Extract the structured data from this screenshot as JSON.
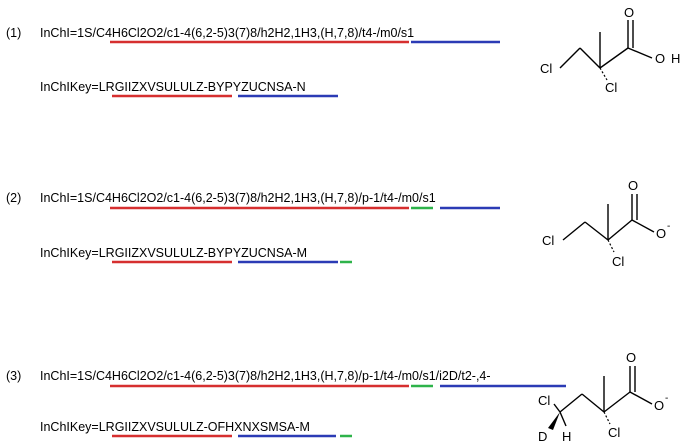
{
  "colors": {
    "red": "#d62f2f",
    "blue": "#2b3bb5",
    "green": "#2eb34a",
    "text": "#000000"
  },
  "entries": [
    {
      "index": "(1)",
      "inchi": "InChI=1S/C4H6Cl2O2/c1-4(6,2-5)3(7)8/h2H2,1H3,(H,7,8)/t4-/m0/s1",
      "key": "InChIKey=LRGIIZXVSULULZ-BYPYZUCNSA-N"
    },
    {
      "index": "(2)",
      "inchi": "InChI=1S/C4H6Cl2O2/c1-4(6,2-5)3(7)8/h2H2,1H3,(H,7,8)/p-1/t4-/m0/s1",
      "key": "InChIKey=LRGIIZXVSULULZ-BYPYZUCNSA-M"
    },
    {
      "index": "(3)",
      "inchi": "InChI=1S/C4H6Cl2O2/c1-4(6,2-5)3(7)8/h2H2,1H3,(H,7,8)/p-1/t4-/m0/s1/i2D/t2-,4-",
      "key": "InChIKey=LRGIIZXVSULULZ-OFHXNXSMSA-M"
    }
  ],
  "atoms": {
    "o": "O",
    "h": "H",
    "cl": "Cl",
    "d": "D",
    "minus": "-"
  }
}
